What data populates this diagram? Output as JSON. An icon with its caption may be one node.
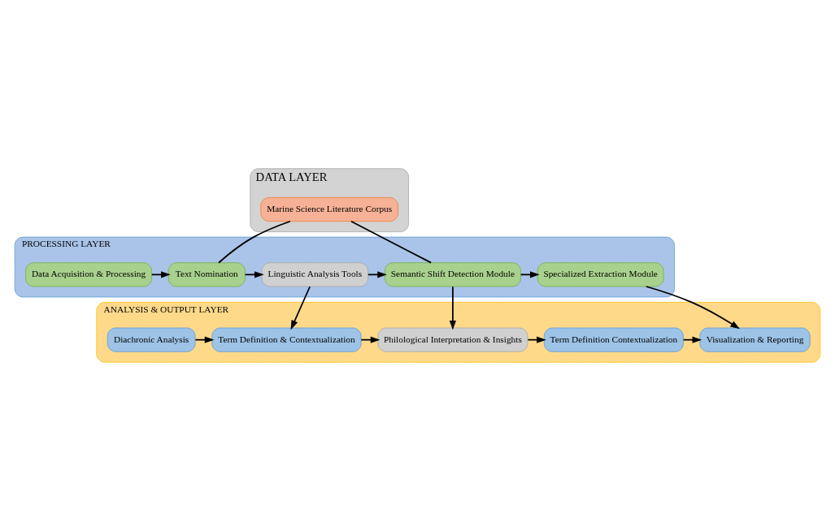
{
  "diagram": {
    "nodes": [
      {
        "text": [
          "DATA LAYER"
        ]
      },
      {
        "text": [
          "Marine Science Literature Corpus"
        ],
        "in": 0
      },
      {
        "text": [
          "PROCESSING LAYER"
        ]
      },
      {
        "text": [
          "Data Acquisition & Processing"
        ],
        "in": 2
      },
      {
        "text": [
          "Text Nomination"
        ],
        "in": 2
      },
      {
        "text": [
          "Linguistic Analysis Tools"
        ],
        "in": 2
      },
      {
        "text": [
          "Semantic Shift Detection Module"
        ],
        "in": 2
      },
      {
        "text": [
          "Specialized Extraction Module"
        ],
        "in": 2
      },
      {
        "text": [
          "ANALYSIS & OUTPUT LAYER"
        ]
      },
      {
        "text": [
          "Diachronic Analysis"
        ],
        "in": 8
      },
      {
        "text": [
          "Term Definition & Contextualization"
        ],
        "in": 8
      },
      {
        "text": [
          "Philological Interpretation & Insights"
        ],
        "in": 8
      },
      {
        "text": [
          "Term Definition Contextualization"
        ],
        "in": 8
      },
      {
        "text": [
          "Visualization & Reporting"
        ],
        "in": 8
      }
    ],
    "edges": [
      {
        "from": 1,
        "to": 4,
        "arrow": "none"
      },
      {
        "from": 1,
        "to": 6,
        "arrow": "none"
      },
      {
        "from": 3,
        "to": 4,
        "arrow": "to"
      },
      {
        "from": 4,
        "to": 5,
        "arrow": "to"
      },
      {
        "from": 5,
        "to": 6,
        "arrow": "to"
      },
      {
        "from": 6,
        "to": 7,
        "arrow": "to"
      },
      {
        "from": 5,
        "to": 10,
        "arrow": "to"
      },
      {
        "from": 6,
        "to": 11,
        "arrow": "to"
      },
      {
        "from": 7,
        "to": 13,
        "arrow": "to"
      },
      {
        "from": 9,
        "to": 10,
        "arrow": "to"
      },
      {
        "from": 10,
        "to": 11,
        "arrow": "to"
      },
      {
        "from": 11,
        "to": 12,
        "arrow": "to"
      },
      {
        "from": 12,
        "to": 13,
        "arrow": "to"
      }
    ]
  }
}
